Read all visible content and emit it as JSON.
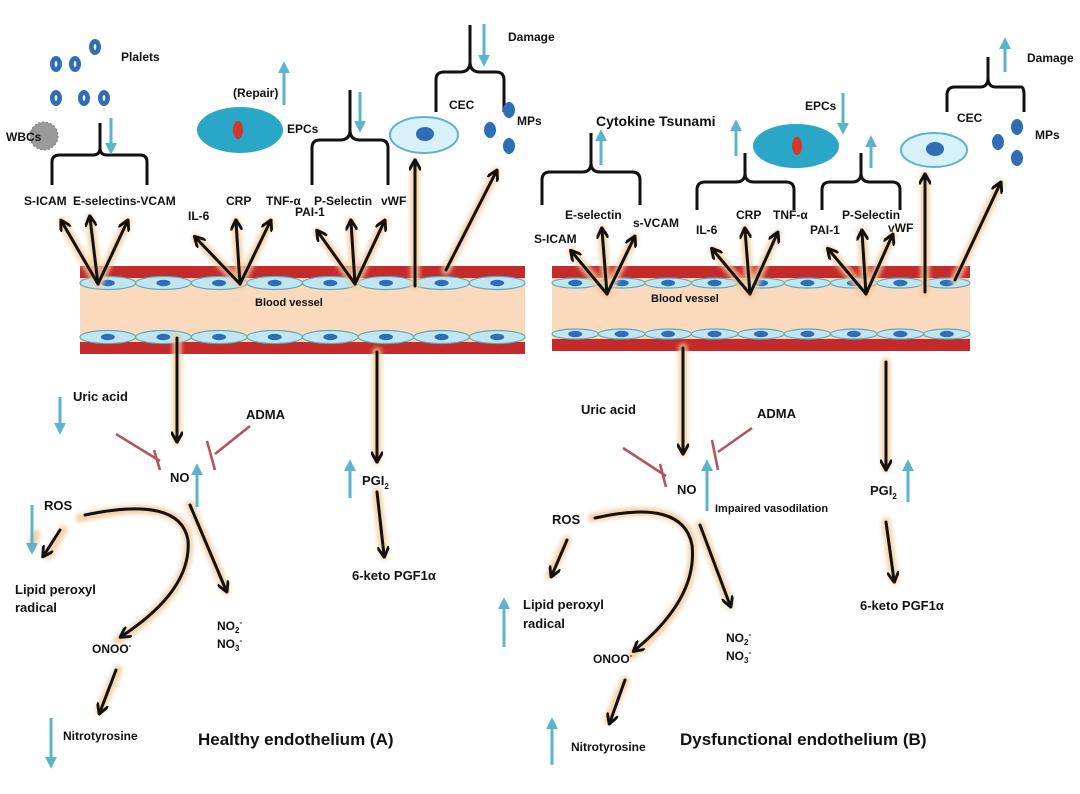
{
  "colors": {
    "vessel_wall": "#c42a2a",
    "vessel_lumen": "#fbd9bd",
    "endothelial_cell": "#bfe6f2",
    "nucleus": "#2f6db5",
    "cyan_arrow": "#5bb4cc",
    "inhibition": "#b5545f",
    "epc_body": "#2aa6c7",
    "epc_nucleus": "#d2392b",
    "glow": "#f3c99a"
  },
  "panel_a": {
    "title": "Healthy endothelium (A)",
    "vessel_label": "Blood vessel",
    "cells": {
      "platelets": "Plalets",
      "wbcs": "WBCs",
      "repair": "(Repair)",
      "epcs": "EPCs",
      "cec": "CEC",
      "mps": "MPs",
      "damage": "Damage"
    },
    "markers": {
      "s_icam": "S-ICAM",
      "e_selectin_vcam": "E-selectins-VCAM",
      "il6": "IL-6",
      "crp": "CRP",
      "tnf": "TNF-α",
      "pai1": "PAI-1",
      "p_selectin": "P-Selectin",
      "vwf": "vWF"
    },
    "pathway": {
      "uric_acid": "Uric acid",
      "adma": "ADMA",
      "no": "NO",
      "ros": "ROS",
      "lipid1": "Lipid peroxyl",
      "lipid2": "radical",
      "onoo": "ONOO",
      "onoo_sup": "-",
      "no2": "NO",
      "no2_sub": "2",
      "no2_sup": "-",
      "no3": "NO",
      "no3_sub": "3",
      "no3_sup": "-",
      "nitrotyrosine": "Nitrotyrosine",
      "pgi": "PGI",
      "pgi_sub": "2",
      "keto": "6-keto PGF1α"
    },
    "trends": {
      "adhesion_molecules": "down",
      "epcs": "up",
      "p_selectin_group": "down",
      "cec_mps": "down",
      "uric_acid": "down",
      "no": "up",
      "ros": "down",
      "pgi2": "up",
      "nitrotyrosine": "down"
    }
  },
  "panel_b": {
    "title": "Dysfunctional endothelium (B)",
    "vessel_label": "Blood vessel",
    "headline": "Cytokine Tsunami",
    "cells": {
      "epcs": "EPCs",
      "cec": "CEC",
      "mps": "MPs",
      "damage": "Damage"
    },
    "markers": {
      "s_icam": "S-ICAM",
      "e_selectin": "E-selectin",
      "s_vcam": "s-VCAM",
      "il6": "IL-6",
      "crp": "CRP",
      "tnf": "TNF-α",
      "pai1": "PAI-1",
      "p_selectin": "P-Selectin",
      "vwf": "vWF"
    },
    "pathway": {
      "uric_acid": "Uric acid",
      "adma": "ADMA",
      "no": "NO",
      "impaired": "Impaired vasodilation",
      "ros": "ROS",
      "lipid1": "Lipid peroxyl",
      "lipid2": "radical",
      "onoo": "ONOO",
      "onoo_sup": "-",
      "no2": "NO",
      "no2_sub": "2",
      "no2_sup": "-",
      "no3": "NO",
      "no3_sub": "3",
      "no3_sup": "-",
      "nitrotyrosine": "Nitrotyrosine",
      "pgi": "PGI",
      "pgi_sub": "2",
      "keto": "6-keto PGF1α"
    },
    "trends": {
      "adhesion_molecules": "up",
      "cytokines": "up",
      "epcs": "down",
      "p_selectin_group": "up",
      "cec_mps": "up",
      "no": "up",
      "lipid_peroxyl": "up",
      "pgi2": "up",
      "nitrotyrosine": "up"
    }
  }
}
